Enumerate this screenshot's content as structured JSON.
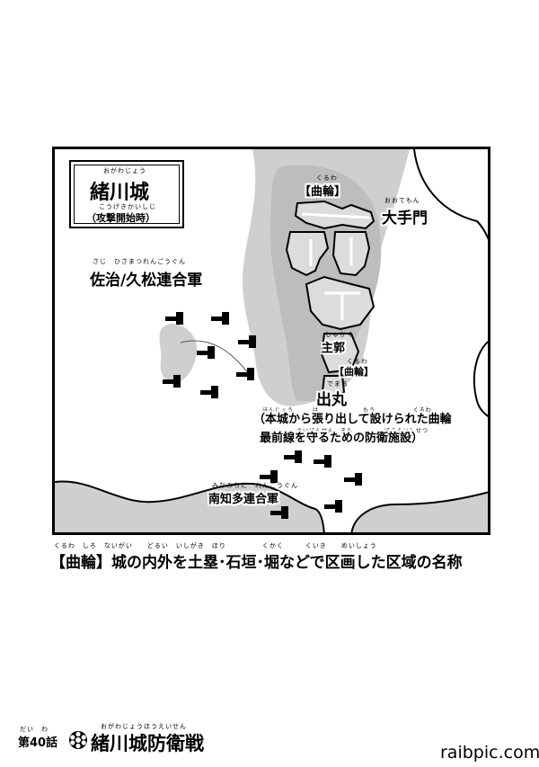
{
  "map": {
    "title": "緒川城",
    "title_ruby": "おがわじょう",
    "subtitle": "（攻撃開始時）",
    "subtitle_ruby": "こうげきかいしじ",
    "kuruwa_label": "【曲輪】",
    "kuruwa_ruby": "くるわ",
    "otemon": "大手門",
    "otemon_ruby": "おおてもん",
    "honmaru": "主郭",
    "honmaru_ruby": "しゅかく",
    "kuruwa_label2": "【曲輪】",
    "kuruwa_ruby2": "くるわ",
    "demaru": "出丸",
    "demaru_ruby": "でまる",
    "demaru_note_1": "（本城から張り出して設けられた曲輪",
    "demaru_note_1_ruby": "ほんじょう　　　は　　　　　　　もう　　　　　　くるわ",
    "demaru_note_2": "最前線を守るための防衛施設）",
    "demaru_note_2_ruby": "さいぜんせん　まも　　　　　ぼうえいしせつ",
    "army_west": "佐治/久松連合軍",
    "army_west_ruby": "さじ　ひさまつれんごうぐん",
    "army_south": "南知多連合軍",
    "army_south_ruby": "みなみちた　れんごうぐん"
  },
  "definition": {
    "text": "【曲輪】城の内外を土塁･石垣･堀などで区画した区域の名称",
    "ruby": "くるわ　しろ　ないがい　　どるい　いしがき　ほり　　　　　くかく　　　くいき　　めいしょう"
  },
  "chapter": {
    "number": "第40話",
    "number_ruby": "だい　わ",
    "title": "緒川城防衛戦",
    "title_ruby": "おがわじょうほうえいせん"
  },
  "watermark": "raibpic.com"
}
